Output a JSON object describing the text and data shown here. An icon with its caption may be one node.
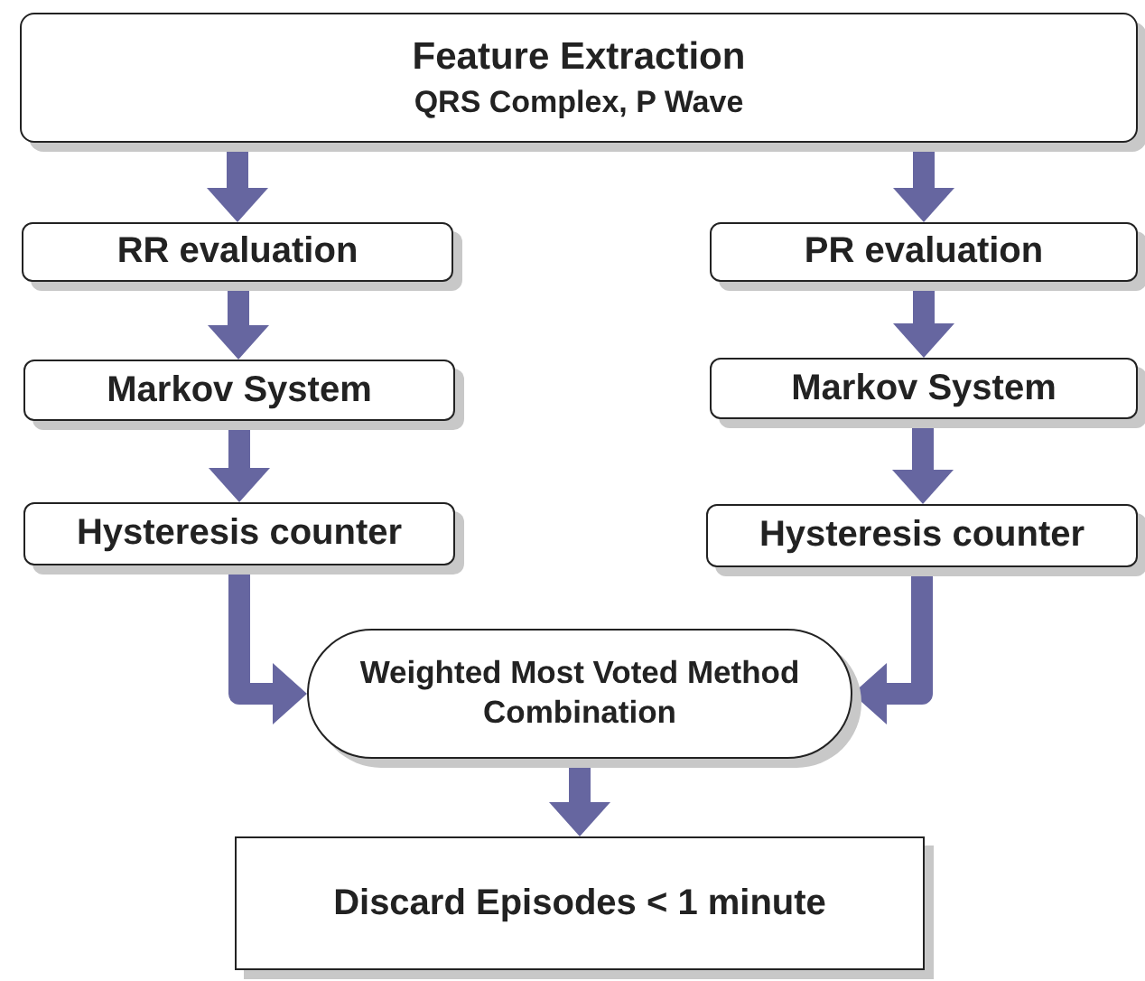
{
  "diagram": {
    "nodes": [
      {
        "text": [
          "Feature Extraction",
          "QRS Complex, P Wave"
        ]
      },
      {
        "text": [
          "RR evaluation"
        ]
      },
      {
        "text": [
          "PR evaluation"
        ]
      },
      {
        "text": [
          "Markov System"
        ]
      },
      {
        "text": [
          "Markov System"
        ]
      },
      {
        "text": [
          "Hysteresis counter"
        ]
      },
      {
        "text": [
          "Hysteresis counter"
        ]
      },
      {
        "text": [
          "Weighted Most Voted Method Combination"
        ]
      },
      {
        "text": [
          "Discard Episodes < 1 minute"
        ]
      }
    ],
    "edges": [
      {
        "from": 0,
        "to": 1,
        "arrow": "to"
      },
      {
        "from": 0,
        "to": 2,
        "arrow": "to"
      },
      {
        "from": 1,
        "to": 3,
        "arrow": "to"
      },
      {
        "from": 2,
        "to": 4,
        "arrow": "to"
      },
      {
        "from": 3,
        "to": 5,
        "arrow": "to"
      },
      {
        "from": 4,
        "to": 6,
        "arrow": "to"
      },
      {
        "from": 5,
        "to": 7,
        "arrow": "to"
      },
      {
        "from": 6,
        "to": 7,
        "arrow": "to"
      },
      {
        "from": 7,
        "to": 8,
        "arrow": "to"
      }
    ]
  }
}
